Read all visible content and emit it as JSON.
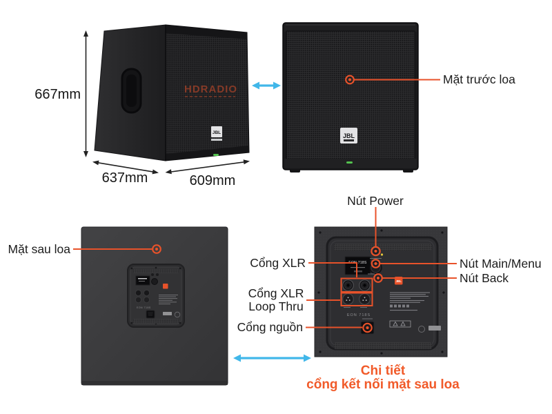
{
  "product": {
    "brand": "JBL",
    "model": "EON 718S",
    "watermark": "HDRADIO"
  },
  "dimensions": {
    "height": "667mm",
    "depth": "637mm",
    "width": "609mm"
  },
  "callouts": {
    "front_face": "Mặt trước loa",
    "rear_face": "Mặt sau loa",
    "power_button": "Nút Power",
    "xlr_port": "Cổng XLR",
    "xlr_loop_line1": "Cổng XLR",
    "xlr_loop_line2": "Loop Thru",
    "main_menu_button": "Nút Main/Menu",
    "back_button": "Nút Back",
    "power_port": "Cổng nguồn"
  },
  "caption": {
    "line1": "Chi tiết",
    "line2": "cổng kết nối mặt sau loa"
  },
  "colors": {
    "accent_orange": "#F15A29",
    "callout_orange": "#E8522A",
    "arrow_blue": "#41B7E9",
    "led_green": "#54C34F"
  }
}
